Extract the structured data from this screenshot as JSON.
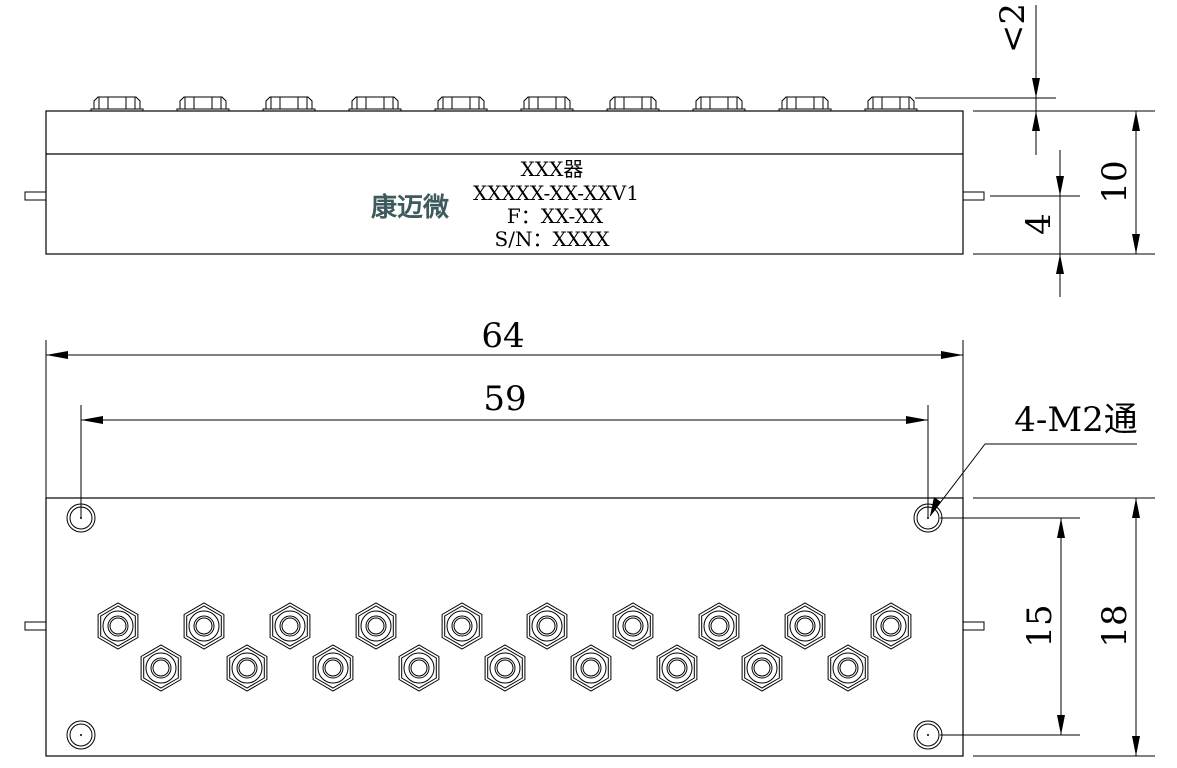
{
  "nameplate": {
    "line1": "XXX器",
    "line2": "XXXXX-XX-XXV1",
    "line3": "F：XX-XX",
    "line4": "S/N：XXXX",
    "brand": "康迈微"
  },
  "dimensions": {
    "overall_length": "64",
    "hole_spacing_length": "59",
    "overall_width": "18",
    "hole_spacing_width": "15",
    "height": "10",
    "connector_height": "4",
    "connector_protrusion": "<2",
    "mounting_holes": "4-M2通"
  },
  "colors": {
    "line": "#000000",
    "brand": "#3d5a5c"
  }
}
